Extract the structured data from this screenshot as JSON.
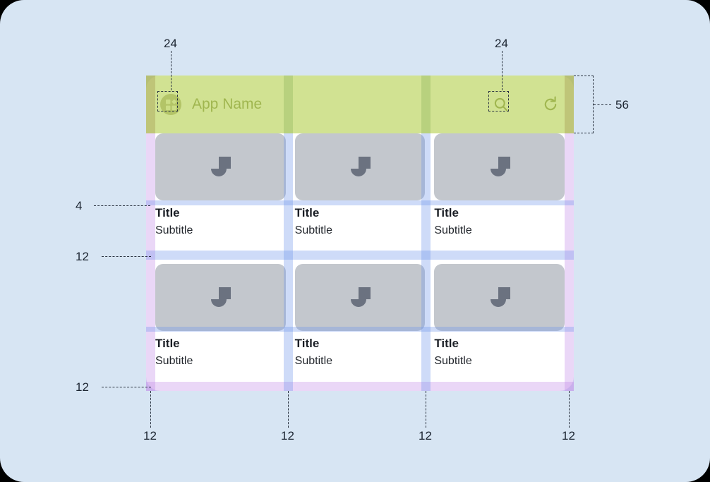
{
  "meta": {
    "diagram_type": "material-layout-spec",
    "canvas_background": "#d7e5f3"
  },
  "mockup": {
    "appbar": {
      "height_spec": "56",
      "app_icon_name": "app-logo-icon",
      "title": "App Name",
      "actions": [
        {
          "name": "search-icon",
          "glyph": "search"
        },
        {
          "name": "refresh-icon",
          "glyph": "refresh"
        }
      ]
    },
    "grid": {
      "rows": [
        {
          "cards": [
            {
              "title": "Title",
              "subtitle": "Subtitle",
              "thumb": "image-placeholder-icon"
            },
            {
              "title": "Title",
              "subtitle": "Subtitle",
              "thumb": "image-placeholder-icon"
            },
            {
              "title": "Title",
              "subtitle": "Subtitle",
              "thumb": "image-placeholder-icon"
            }
          ]
        },
        {
          "cards": [
            {
              "title": "Title",
              "subtitle": "Subtitle",
              "thumb": "image-placeholder-icon"
            },
            {
              "title": "Title",
              "subtitle": "Subtitle",
              "thumb": "image-placeholder-icon"
            },
            {
              "title": "Title",
              "subtitle": "Subtitle",
              "thumb": "image-placeholder-icon"
            }
          ]
        }
      ]
    }
  },
  "annotations": {
    "top_left_touch_target": "24",
    "top_right_touch_target": "24",
    "appbar_height": "56",
    "image_to_title_gap": "4",
    "row_gap": "12",
    "bottom_margin": "12",
    "bottom_ticks": [
      "12",
      "12",
      "12",
      "12"
    ]
  },
  "colors": {
    "canvas": "#d7e5f3",
    "appbar_overlay": "#bed664",
    "margin_overlay": "#be82e6",
    "gutter_overlay": "#6e96eb",
    "app_title_text": "#5b6b21",
    "card_title_text": "#1b1f26",
    "thumb_fill": "#c3c7cd",
    "thumb_glyph": "#6b7280",
    "annotation_text": "#1b2430"
  }
}
